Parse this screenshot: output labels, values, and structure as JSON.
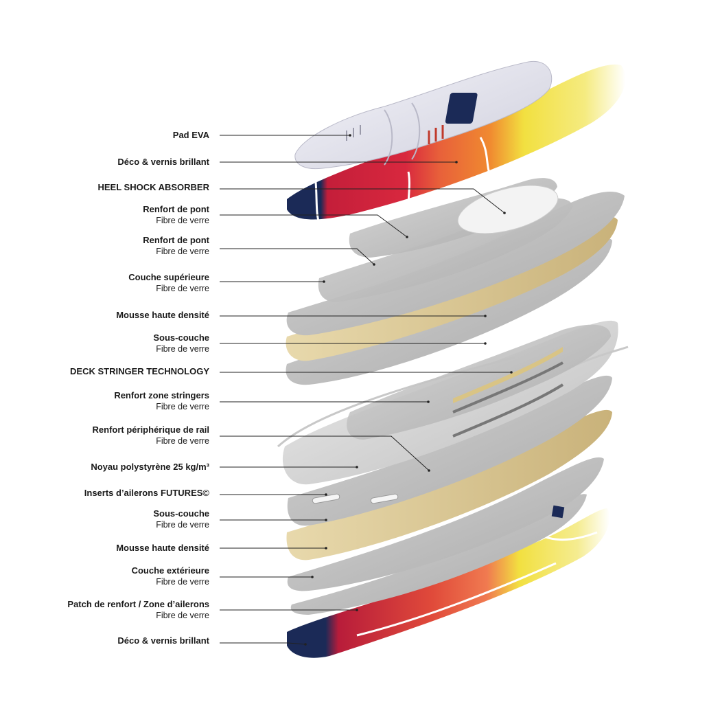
{
  "diagram": {
    "labels": [
      {
        "title": "Pad EVA",
        "sub": ""
      },
      {
        "title": "Déco & vernis brillant",
        "sub": ""
      },
      {
        "title": "HEEL SHOCK ABSORBER",
        "sub": ""
      },
      {
        "title": "Renfort de pont",
        "sub": "Fibre de verre"
      },
      {
        "title": "Renfort de pont",
        "sub": "Fibre de verre"
      },
      {
        "title": "Couche supérieure",
        "sub": "Fibre de verre"
      },
      {
        "title": "Mousse haute densité",
        "sub": ""
      },
      {
        "title": "Sous-couche",
        "sub": "Fibre de verre"
      },
      {
        "title": "DECK STRINGER TECHNOLOGY",
        "sub": ""
      },
      {
        "title": "Renfort zone stringers",
        "sub": "Fibre de verre"
      },
      {
        "title": "Renfort périphérique de rail",
        "sub": "Fibre de verre"
      },
      {
        "title": "Noyau polystyrène 25 kg/m³",
        "sub": ""
      },
      {
        "title": "Inserts d’ailerons FUTURES©",
        "sub": ""
      },
      {
        "title": "Sous-couche",
        "sub": "Fibre de verre"
      },
      {
        "title": "Mousse haute densité",
        "sub": ""
      },
      {
        "title": "Couche extérieure",
        "sub": "Fibre de verre"
      },
      {
        "title": "Patch de renfort / Zone d’ailerons",
        "sub": "Fibre de verre"
      },
      {
        "title": "Déco & vernis brillant",
        "sub": ""
      }
    ]
  },
  "colors": {
    "leader": "#222222",
    "glass": "#bdbdbd",
    "foam": "#dccda0",
    "core": "#d9d9d9",
    "deck_yellow": "#f2e040",
    "deck_orange": "#e8603a",
    "deck_red": "#c41e3a",
    "deck_navy": "#1b2a57",
    "pad": "#e8e8f0"
  }
}
